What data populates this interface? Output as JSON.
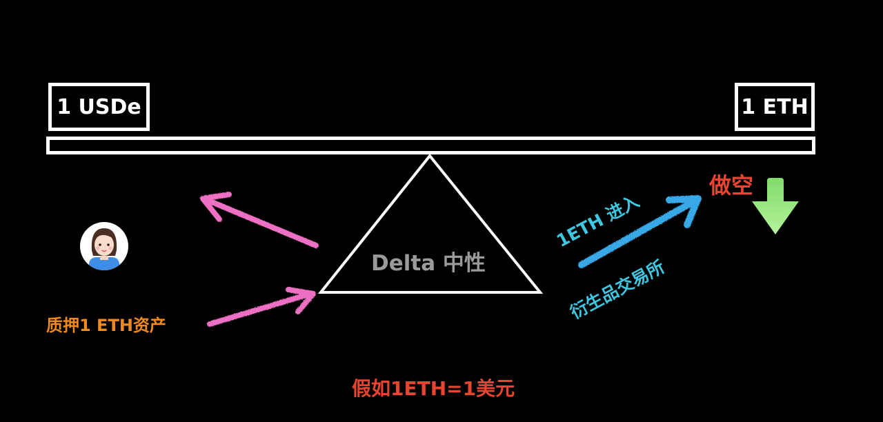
{
  "left_box": {
    "label": "1 USDe"
  },
  "right_box": {
    "label": "1 ETH"
  },
  "fulcrum": {
    "label": "Delta 中性"
  },
  "short": {
    "label": "做空"
  },
  "collateral": {
    "label": "质押1 ETH资产"
  },
  "enter": {
    "label": "1ETH 进入"
  },
  "exchange": {
    "label": "衍生品交易所"
  },
  "assumption": {
    "label": "假如1ETH=1美元"
  },
  "colors": {
    "background": "#000000",
    "outline": "#ffffff",
    "pink_arrow": "#ee6fc4",
    "blue_arrow": "#39a8e6",
    "down_arrow": "#8fe37a",
    "red_text": "#e8442f",
    "orange_text": "#f08a1c",
    "cyan_text": "#3fc6e0",
    "gray_text": "#9a9a9a"
  },
  "icons": [
    "avatar-girl",
    "down-arrow-icon",
    "pink-arrow",
    "blue-arrow"
  ]
}
